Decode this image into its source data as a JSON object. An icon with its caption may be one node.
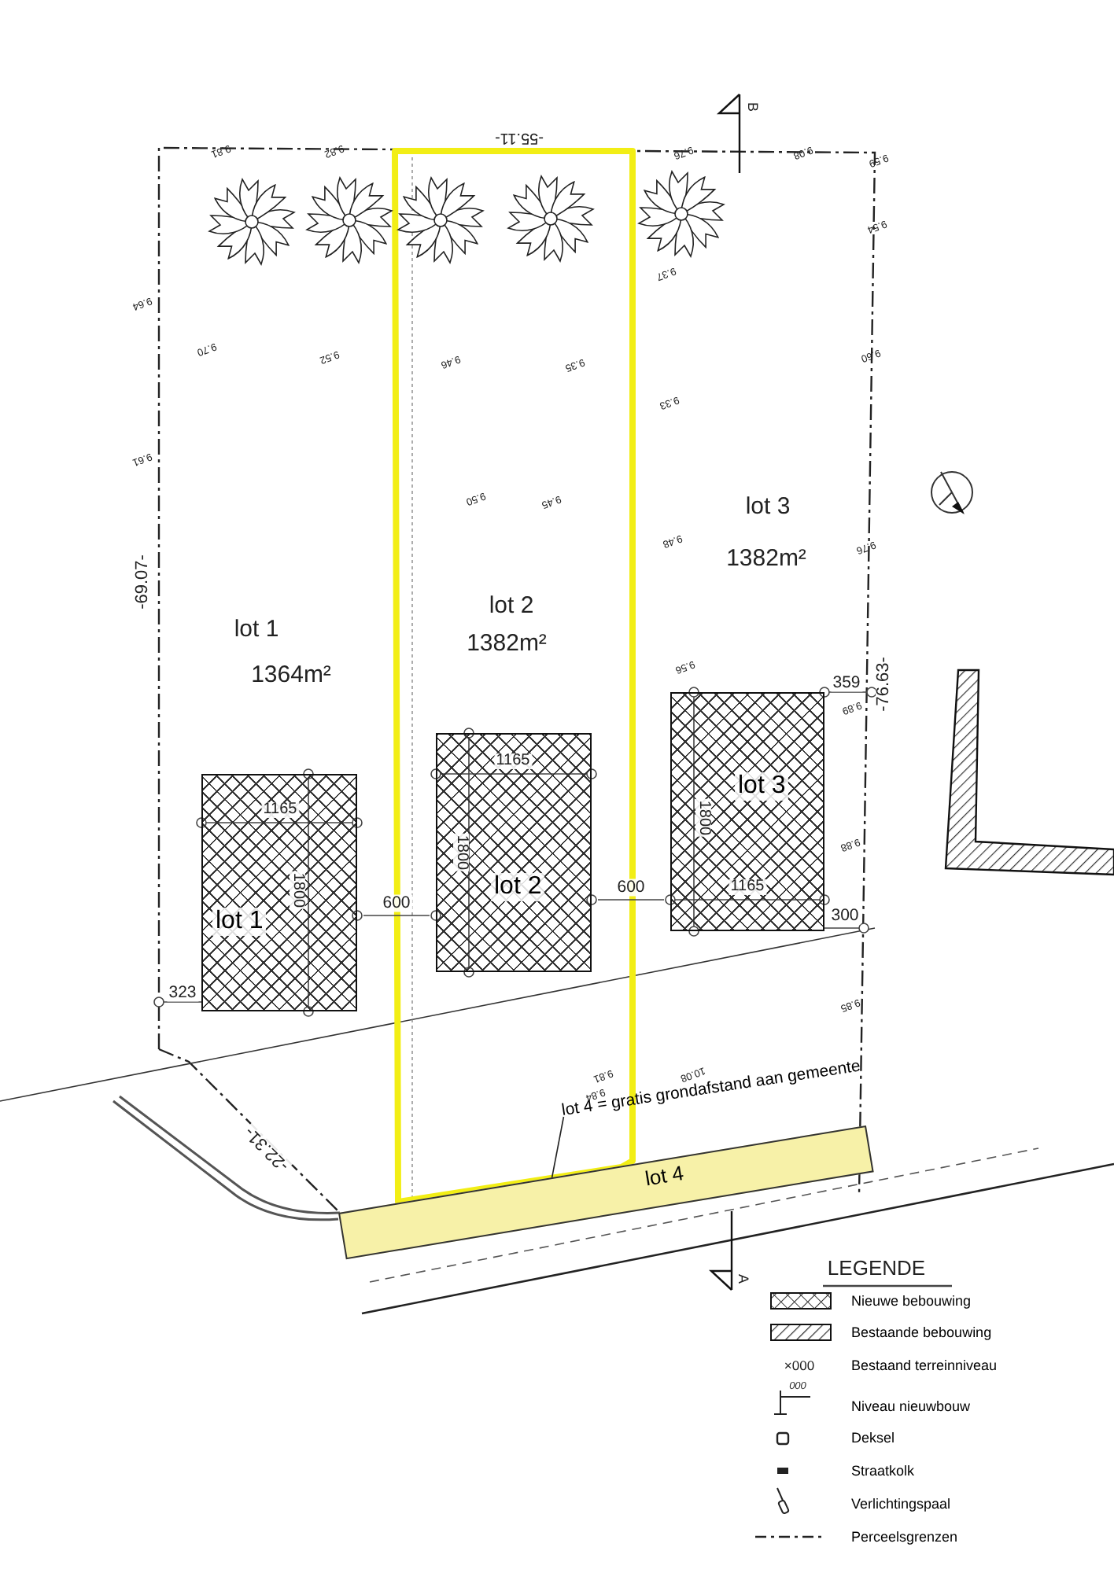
{
  "diagram": {
    "nodes": [
      {
        "text": [
          "lot 1"
        ]
      },
      {
        "text": [
          "lot 2"
        ]
      },
      {
        "text": [
          "lot 3"
        ]
      },
      {
        "text": [
          "lot 4"
        ]
      },
      {
        "text": [
          "lot 4 = gratis grondafstand aan gemeente"
        ]
      },
      {
        "text": [],
        "shape": "box"
      }
    ],
    "edges": [
      {
        "from": 4,
        "to": 3,
        "arrow": "none"
      }
    ],
    "labels": [
      "B",
      "-55.11-",
      "9.81",
      "9.82",
      "9.76",
      "9.08",
      "9.59",
      "9.54",
      "9.37",
      "9.64",
      "9.70",
      "9.52",
      "9.46",
      "9.35",
      "9.33",
      "9.60",
      "9.61",
      "9.50",
      "9.45",
      "9.48",
      "9.76",
      "lot 3",
      "1382m²",
      "lot 2",
      "1382m²",
      "lot 1",
      "1364m²",
      "-69.07-",
      "9.56",
      "359",
      "-76.63-",
      "9.89",
      "1165",
      "1165",
      "1800",
      "1800",
      "1800",
      "600",
      "600",
      "1165",
      "9.88",
      "300",
      "323",
      "9.85",
      "9.81",
      "10.08",
      "9.84",
      "-22.31-",
      "A",
      "LEGENDE",
      "×000",
      "000"
    ],
    "legend": [
      {
        "text": "Nieuwe bebouwing"
      },
      {
        "text": "Bestaande bebouwing"
      },
      {
        "text": "Bestaand terreinniveau"
      },
      {
        "text": "Niveau nieuwbouw"
      },
      {
        "text": "Deksel"
      },
      {
        "text": "Straatkolk"
      },
      {
        "text": "Verlichtingspaal"
      },
      {
        "text": "Perceelsgrenzen"
      }
    ]
  }
}
